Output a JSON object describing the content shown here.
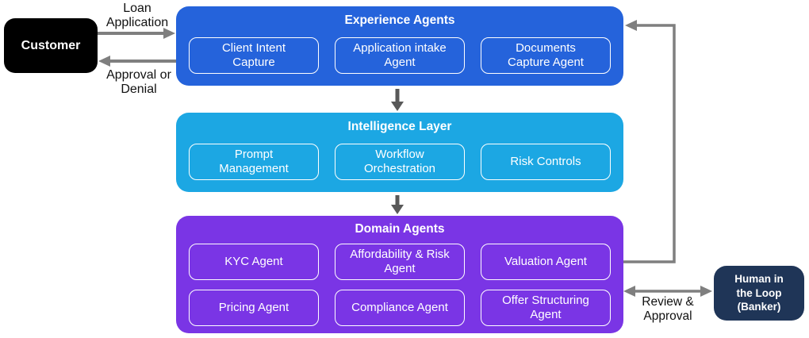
{
  "colors": {
    "experience_panel": "#2563DB",
    "intelligence_panel": "#1CA7E3",
    "domain_panel": "#7A35E5",
    "customer_node": "#000000",
    "human_node": "#1F3557",
    "flow_arrow_gray": "#7F7F7F",
    "connector_arrow_gray": "#595959",
    "sub_box_border": "#FFFFFF",
    "text_on_panels": "#FFFFFF",
    "flow_label_text": "#111111"
  },
  "customer": {
    "label": "Customer"
  },
  "human_in_loop": {
    "label": "Human in\nthe Loop\n(Banker)"
  },
  "flows": {
    "loan_application": "Loan\nApplication",
    "approval_denial": "Approval or\nDenial",
    "review_approval": "Review &\nApproval"
  },
  "panels": {
    "experience": {
      "title": "Experience Agents",
      "items": [
        "Client Intent\nCapture",
        "Application intake\nAgent",
        "Documents\nCapture Agent"
      ]
    },
    "intelligence": {
      "title": "Intelligence Layer",
      "items": [
        "Prompt\nManagement",
        "Workflow\nOrchestration",
        "Risk Controls"
      ]
    },
    "domain": {
      "title": "Domain Agents",
      "rows": [
        [
          "KYC Agent",
          "Affordability & Risk\nAgent",
          "Valuation Agent"
        ],
        [
          "Pricing Agent",
          "Compliance Agent",
          "Offer Structuring\nAgent"
        ]
      ]
    }
  }
}
